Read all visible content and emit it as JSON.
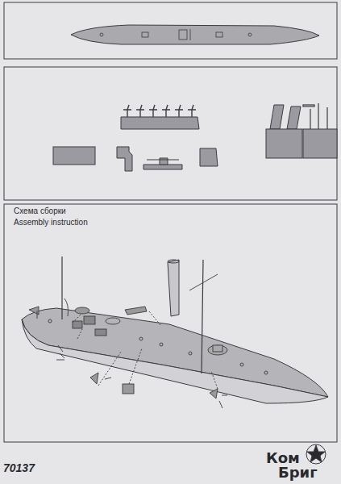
{
  "diagram": {
    "labels": [
      "Схема сборки",
      "Assembly instruction",
      "70137",
      "Ком",
      "Бриг"
    ]
  }
}
